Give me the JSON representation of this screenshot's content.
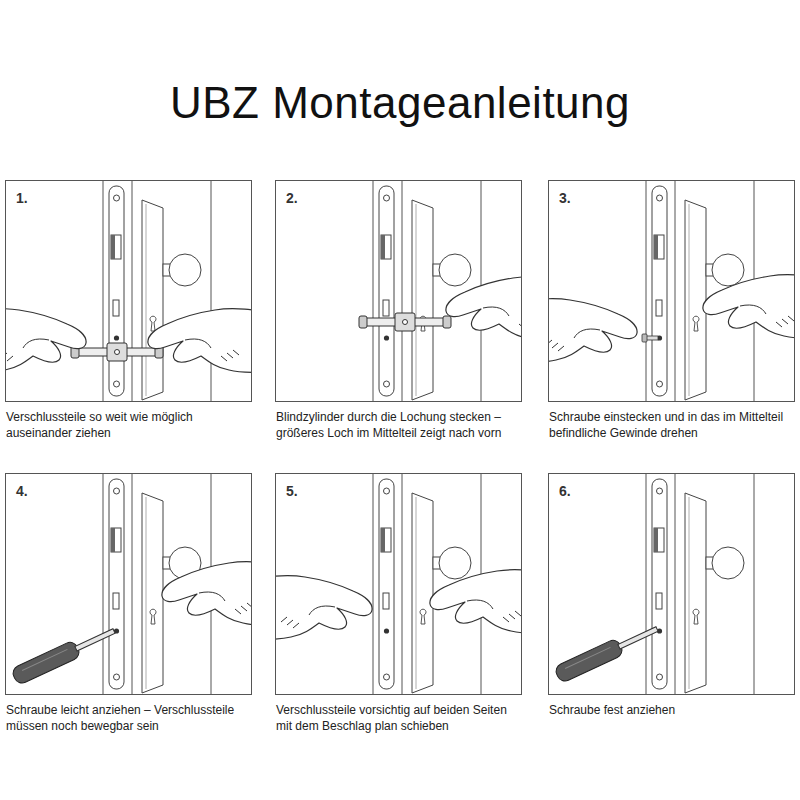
{
  "diagram": {
    "title": "UBZ Montageanleitung",
    "nodes": [
      {
        "text": [
          "1.",
          "Verschlussteile so weit wie möglich auseinander ziehen"
        ]
      },
      {
        "text": [
          "2.",
          "Blindzylinder durch die Lochung stecken – größeres Loch im Mittelteil zeigt nach vorn"
        ]
      },
      {
        "text": [
          "3.",
          "Schraube einstecken und in das im Mittelteil befindliche Gewinde drehen"
        ]
      },
      {
        "text": [
          "4.",
          "Schraube leicht anziehen – Verschlussteile müssen noch bewegbar sein"
        ]
      },
      {
        "text": [
          "5.",
          "Verschlussteile vorsichtig auf beiden Seiten mit dem Beschlag plan schieben"
        ]
      },
      {
        "text": [
          "6.",
          "Schraube fest anziehen"
        ]
      }
    ]
  }
}
